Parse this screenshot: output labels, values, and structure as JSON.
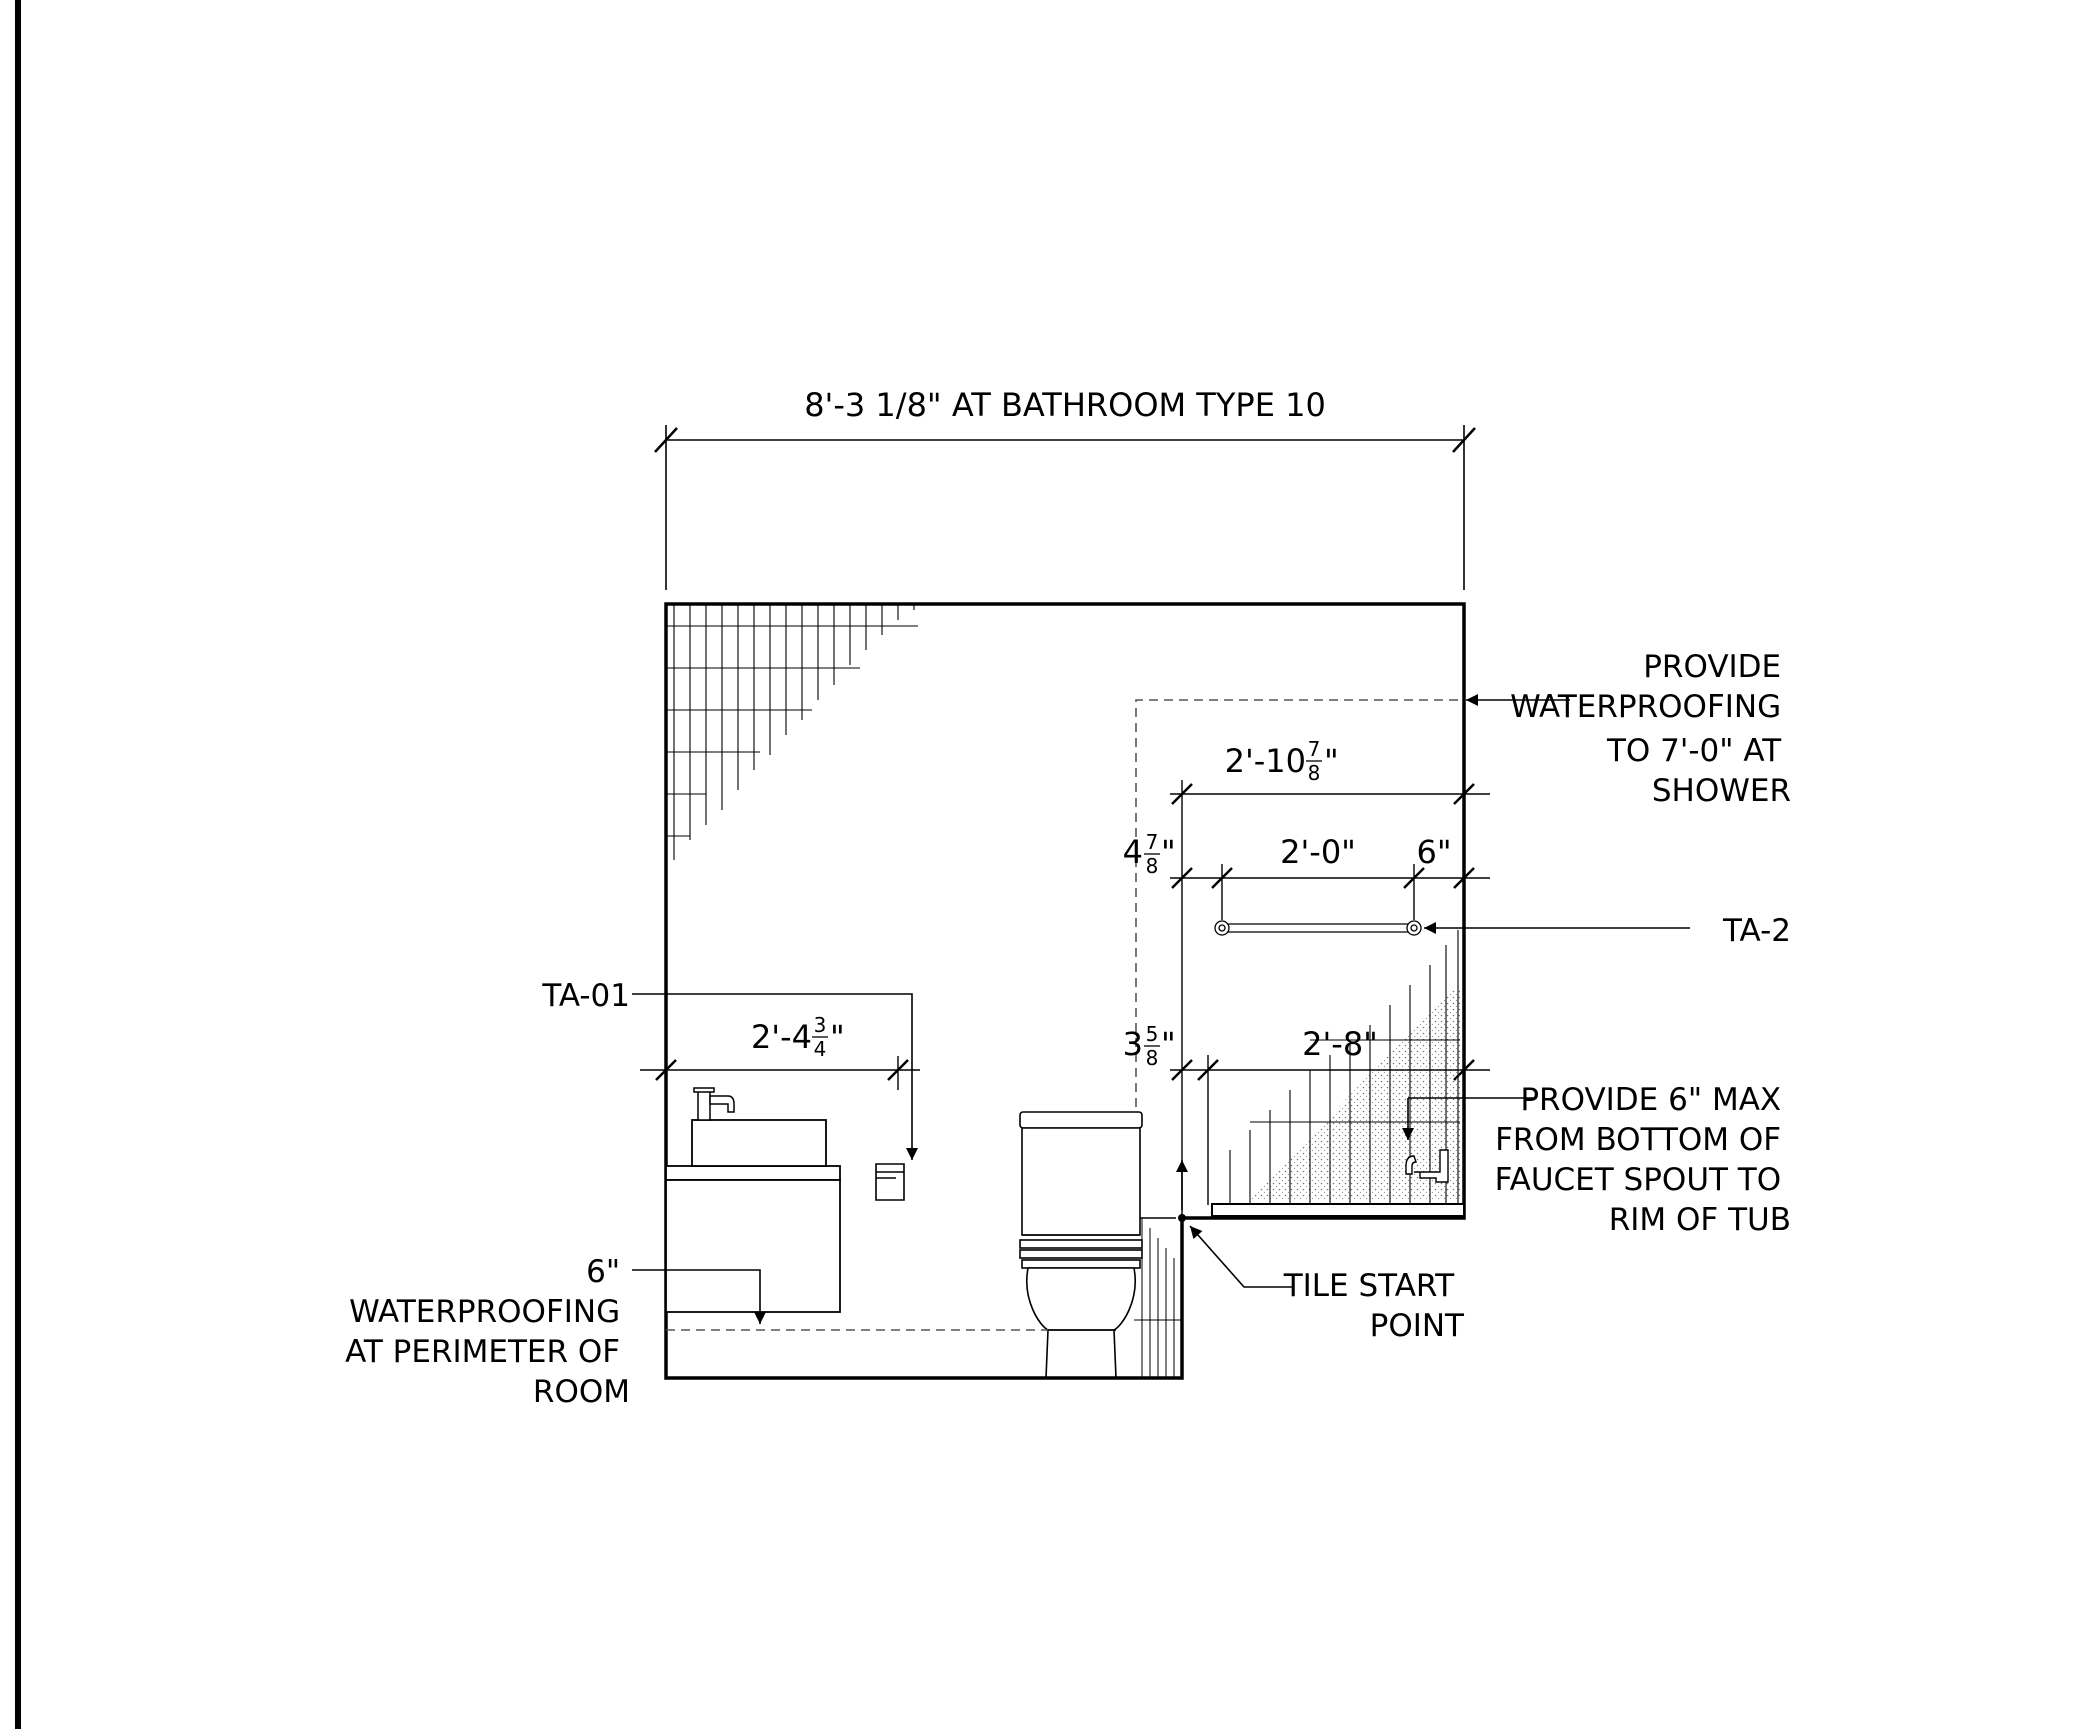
{
  "dimensions": {
    "overall_width": "8'-3 1/8\" AT BATHROOM TYPE 10",
    "shower_width": {
      "whole": "2'-10",
      "num": "7",
      "den": "8",
      "unit": "\""
    },
    "grab_bar_length": "2'-0\"",
    "grab_bar_offset": "6\"",
    "grab_bar_height_above": {
      "whole": "4",
      "num": "7",
      "den": "8",
      "unit": "\""
    },
    "tub_rim_height": {
      "whole": "3",
      "num": "5",
      "den": "8",
      "unit": "\""
    },
    "tub_length": "2'-8\"",
    "vanity_width": {
      "whole": "2'-4",
      "num": "3",
      "den": "4",
      "unit": "\""
    }
  },
  "notes": {
    "waterproofing_shower": [
      "PROVIDE",
      "WATERPROOFING",
      "TO 7'-0\" AT",
      "SHOWER"
    ],
    "ta2": "TA-2",
    "ta01": "TA-01",
    "faucet": [
      "PROVIDE 6\" MAX",
      "FROM BOTTOM OF",
      "FAUCET SPOUT TO",
      "RIM OF TUB"
    ],
    "tile_start": [
      "TILE START",
      "POINT"
    ],
    "waterproofing_perimeter": [
      "6\"",
      "WATERPROOFING",
      "AT PERIMETER OF",
      "ROOM"
    ]
  }
}
